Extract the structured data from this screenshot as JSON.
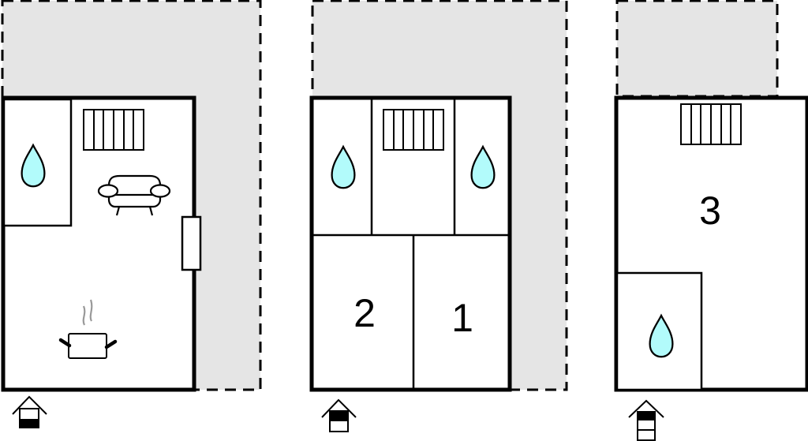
{
  "colors": {
    "wall": "#000000",
    "outdoor_area": "#e5e5e5",
    "water": "#b2fbfb",
    "steam": "#999999",
    "background": "#ffffff"
  },
  "floors": [
    {
      "name": "ground-floor",
      "rooms": [
        {
          "type": "bathroom",
          "icon": "water-drop-icon"
        },
        {
          "type": "living-room",
          "icons": [
            "radiator-icon",
            "sofa-icon"
          ]
        },
        {
          "type": "kitchen",
          "icon": "cooking-pot-icon"
        }
      ],
      "features": [
        "window-icon"
      ],
      "floor_indicator": {
        "icon": "house-floor-indicator-icon",
        "level": "ground",
        "levels_shown": 2
      }
    },
    {
      "name": "first-floor",
      "rooms": [
        {
          "type": "bathroom",
          "icon": "water-drop-icon"
        },
        {
          "type": "hallway",
          "icon": "radiator-icon"
        },
        {
          "type": "bathroom",
          "icon": "water-drop-icon"
        },
        {
          "type": "bedroom",
          "label": "2"
        },
        {
          "type": "bedroom",
          "label": "1"
        }
      ],
      "floor_indicator": {
        "icon": "house-floor-indicator-icon",
        "level": "upper",
        "levels_shown": 2
      }
    },
    {
      "name": "second-floor",
      "rooms": [
        {
          "type": "bedroom",
          "label": "3",
          "icon": "radiator-icon"
        },
        {
          "type": "bathroom",
          "icon": "water-drop-icon"
        }
      ],
      "floor_indicator": {
        "icon": "house-floor-indicator-icon",
        "level": "top",
        "levels_shown": 3
      }
    }
  ],
  "labels": {
    "room1": "1",
    "room2": "2",
    "room3": "3"
  }
}
